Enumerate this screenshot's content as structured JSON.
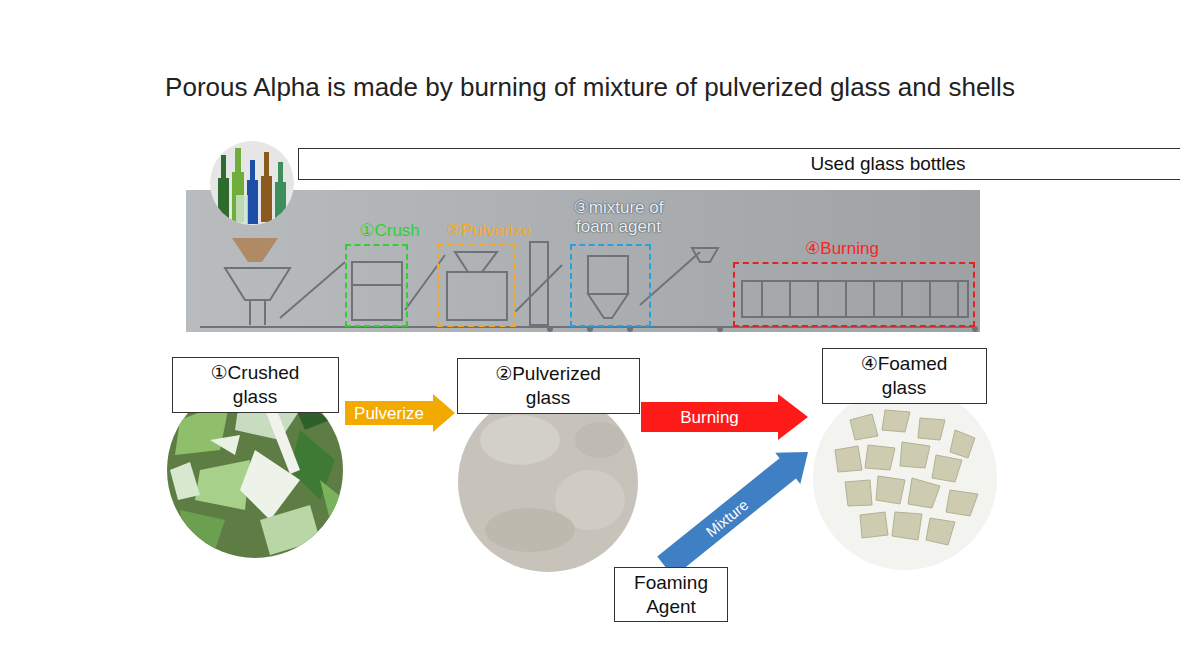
{
  "diagram": {
    "title": "Porous Alpha is made by burning of mixture of pulverized glass and shells",
    "nodes": [
      {
        "text": [
          "Used glass bottles"
        ]
      },
      {
        "text": [
          "①Crush"
        ]
      },
      {
        "text": [
          "②Pulverize"
        ]
      },
      {
        "text": [
          "③mixture of foam agent"
        ]
      },
      {
        "text": [
          "④Burning"
        ]
      },
      {
        "text": [
          "①Crushed glass"
        ]
      },
      {
        "text": [
          "②Pulverized glass"
        ]
      },
      {
        "text": [
          "④Foamed glass"
        ]
      },
      {
        "text": [
          "Foaming Agent"
        ]
      }
    ],
    "edges": [
      {
        "from": 5,
        "to": 6,
        "label": "Pulverize",
        "arrow": "to"
      },
      {
        "from": 6,
        "to": 7,
        "label": "Burning",
        "arrow": "to"
      },
      {
        "from": 8,
        "to": 7,
        "label": "Mixture",
        "arrow": "to"
      }
    ]
  }
}
